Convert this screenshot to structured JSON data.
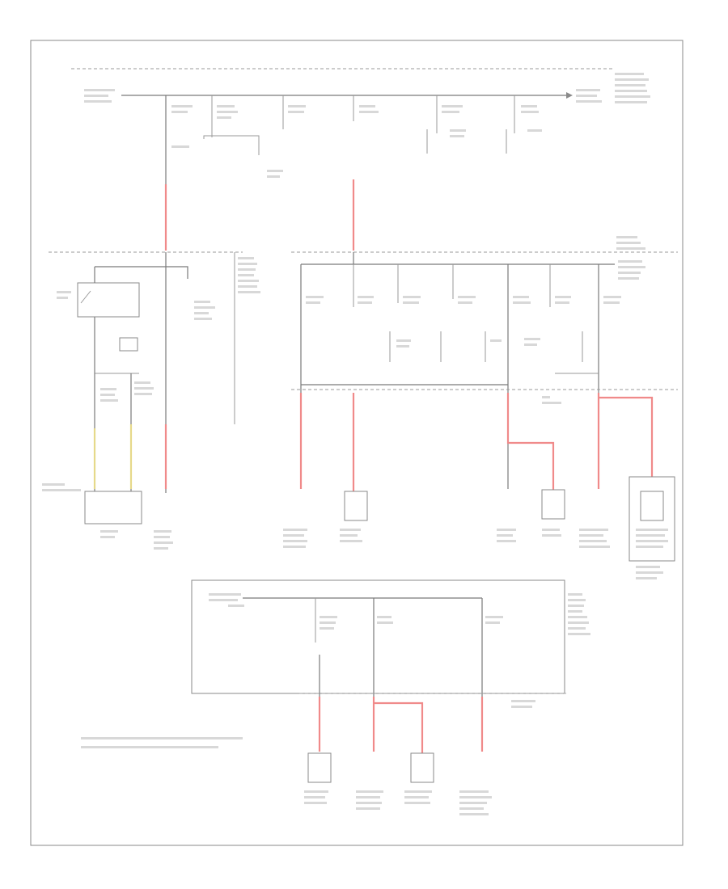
{
  "diagram": {
    "colors": {
      "border": "#8a8a8a",
      "wire": "#7a7a7a",
      "wire_red": "#f08a8a",
      "wire_yellow": "#e6d98a",
      "background": "#ffffff"
    },
    "footer_code": "",
    "components": [
      "fuse-block-top",
      "ignition-switch",
      "underhood-fuse-block",
      "instrument-panel-fuse-block",
      "load-connectors"
    ]
  }
}
